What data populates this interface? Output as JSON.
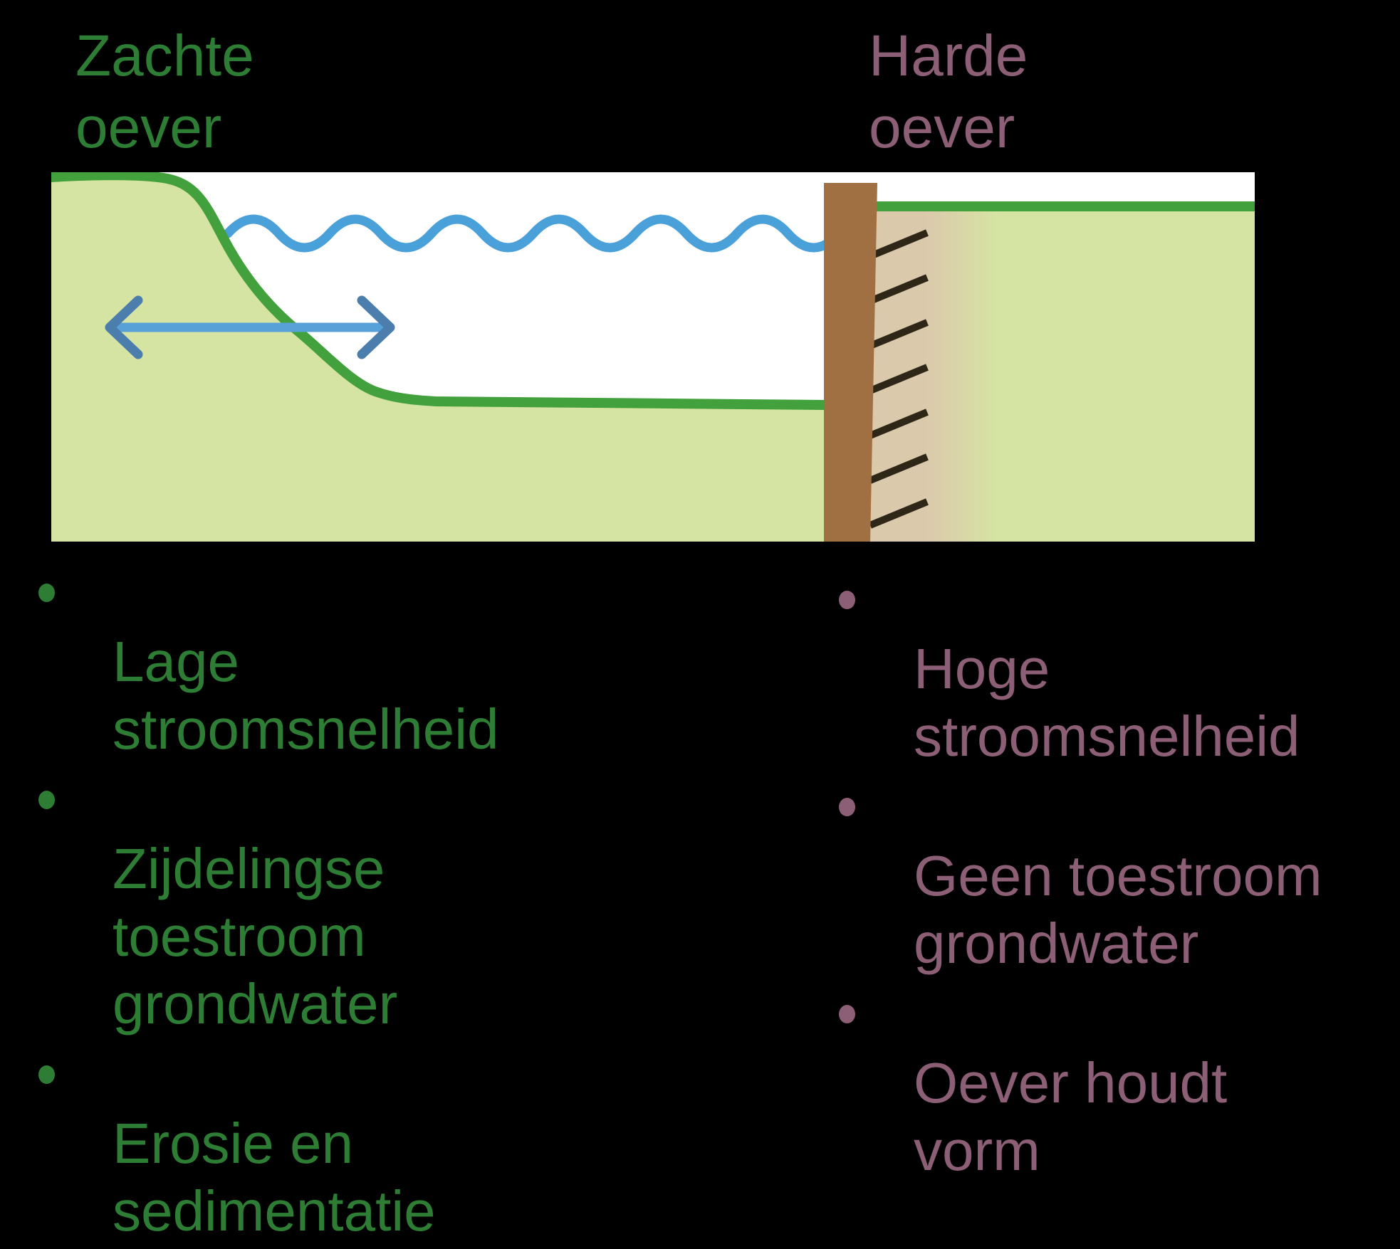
{
  "headers": {
    "soft": "Zachte\noever",
    "hard": "Harde\noever"
  },
  "lists": {
    "soft": {
      "items": [
        "Lage\nstroomsnelheid",
        "Zijdelingse\ntoestroom\ngrondwater",
        "Erosie en\nsedimentatie"
      ]
    },
    "hard": {
      "items": [
        "Hoge\nstroomsnelheid",
        "Geen toestroom\ngrondwater",
        "Oever houdt\nvorm"
      ]
    }
  },
  "colors": {
    "background": "#000000",
    "soft_text_green": "#2d7d34",
    "hard_text_mauve": "#8d5f76",
    "land_fill": "#d6e4a3",
    "bank_outline_green": "#42a13d",
    "water_wave_blue": "#4aa0d8",
    "arrow_shaft_blue": "#58a1d8",
    "arrow_head_blue": "#4b7dad",
    "wall_brown": "#a06f42",
    "backfill_tan": "#dbc9ab",
    "hatch_dark": "#2e2718",
    "water_area_white": "#ffffff"
  }
}
